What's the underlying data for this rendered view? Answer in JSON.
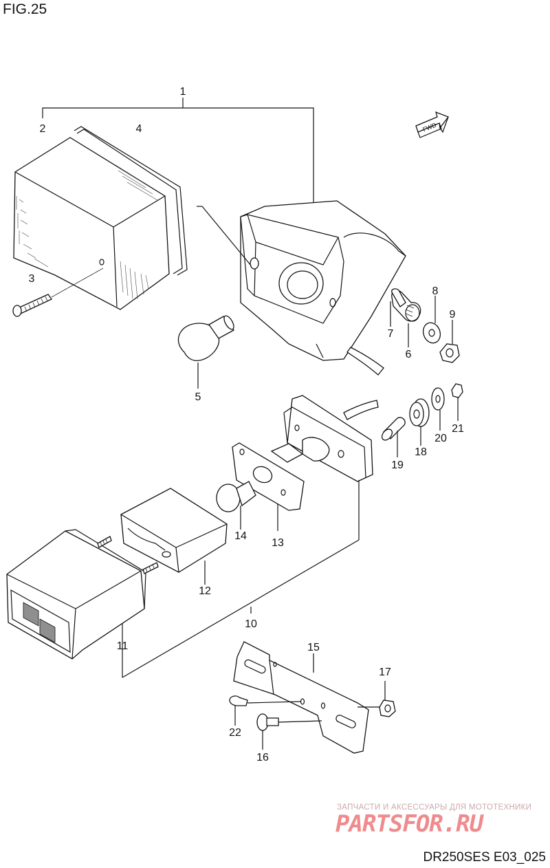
{
  "figure": {
    "title": "FIG.25",
    "code": "DR250SES E03_025",
    "direction_label": "FWD"
  },
  "watermark": {
    "tagline": "ЗАПЧАСТИ И АКСЕССУАРЫ ДЛЯ МОТОТЕХНИКИ",
    "logo_text": "PARTSFOR.RU"
  },
  "callouts": [
    {
      "id": "1",
      "part": "rear-combination-lamp-assembly"
    },
    {
      "id": "2",
      "part": "lens"
    },
    {
      "id": "3",
      "part": "lens-screw"
    },
    {
      "id": "4",
      "part": "lens-gasket"
    },
    {
      "id": "5",
      "part": "bulb"
    },
    {
      "id": "6",
      "part": "cushion"
    },
    {
      "id": "7",
      "part": "spacer"
    },
    {
      "id": "8",
      "part": "washer"
    },
    {
      "id": "9",
      "part": "nut"
    },
    {
      "id": "10",
      "part": "license-lamp-assembly"
    },
    {
      "id": "11",
      "part": "license-lens"
    },
    {
      "id": "12",
      "part": "license-gasket"
    },
    {
      "id": "13",
      "part": "socket-plate"
    },
    {
      "id": "14",
      "part": "license-bulb"
    },
    {
      "id": "15",
      "part": "license-bracket"
    },
    {
      "id": "16",
      "part": "bolt"
    },
    {
      "id": "17",
      "part": "bracket-nut"
    },
    {
      "id": "18",
      "part": "cushion"
    },
    {
      "id": "19",
      "part": "spacer"
    },
    {
      "id": "20",
      "part": "washer"
    },
    {
      "id": "21",
      "part": "nut"
    },
    {
      "id": "22",
      "part": "cushion-plug"
    }
  ]
}
